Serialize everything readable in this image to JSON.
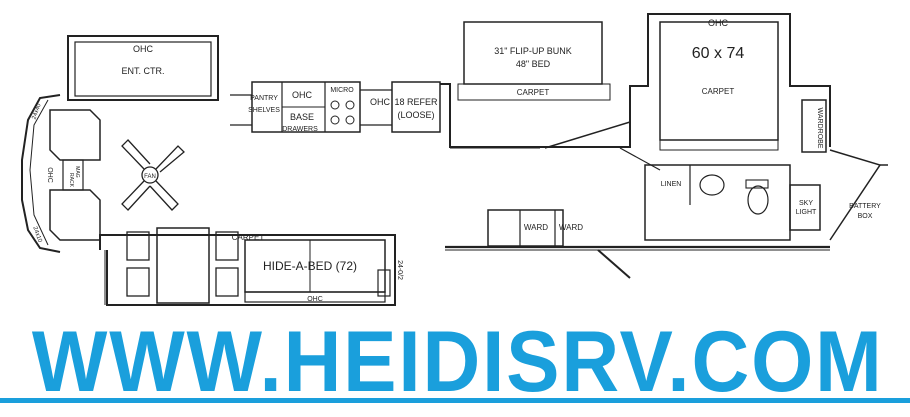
{
  "floorplan": {
    "labels": {
      "ohc_ent": "OHC",
      "ent_ctr": "ENT. CTR.",
      "pantry": "PANTRY",
      "shelves": "SHELVES",
      "ohc_kitchen": "OHC",
      "base": "BASE",
      "micro": "MICRO",
      "drawers": "DRAWERS",
      "ohc_fridge": "OHC",
      "refer_line1": "18 REFER",
      "refer_line2": "(LOOSE)",
      "bunk_line1": "31\" FLIP-UP BUNK",
      "bunk_line2": "48\" BED",
      "carpet_bunk": "CARPET",
      "ohc_bed": "OHC",
      "bed_size": "60 x 74",
      "carpet_bed": "CARPET",
      "wardrobe": "WARDROBE",
      "battery_line1": "BATTERY",
      "battery_line2": "BOX",
      "linen": "LINEN",
      "sky_line1": "SKY",
      "sky_line2": "LIGHT",
      "ward_left": "WARD",
      "ward_right": "WARD",
      "carpet_dinette": "CARPET",
      "hide_a_bed": "HIDE-A-BED (72)",
      "ohc_sofa": "OHC",
      "dim_sofa": "24-0/2",
      "ohc_side": "OHC",
      "mag_rack_line1": "MAG",
      "mag_rack_line2": "RACK",
      "fan": "FAN",
      "dim_top_left": "24x40",
      "dim_bottom_left": "24x10"
    }
  },
  "banner": {
    "text": "WWW.HEIDISRV.COM",
    "color": "#1a9fdc"
  }
}
